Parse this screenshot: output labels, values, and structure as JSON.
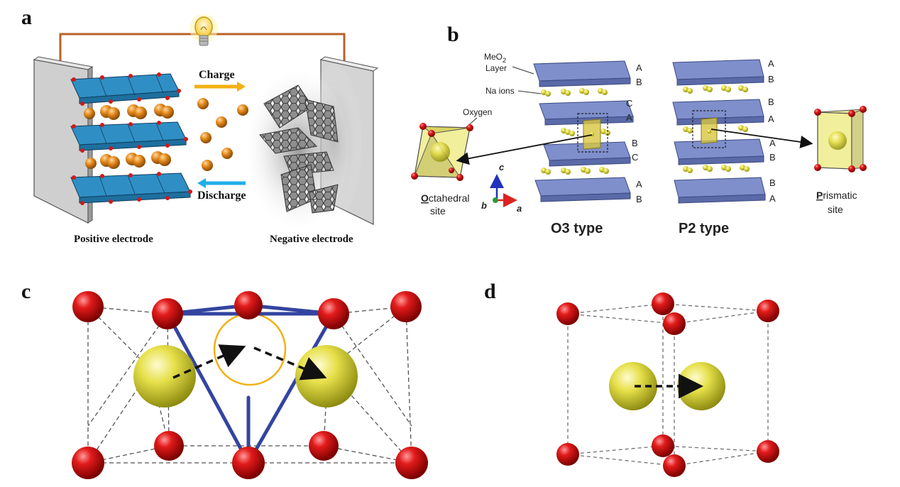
{
  "panel_a": {
    "letter": "a",
    "charge_label": "Charge",
    "discharge_label": "Discharge",
    "positive_label": "Positive electrode",
    "negative_label": "Negative electrode",
    "colors": {
      "wire": "#b8622a",
      "charge_arrow": "#f2b012",
      "discharge_arrow": "#21aee8",
      "ion": "#e08a1e",
      "octahedra": "#2f8fc4"
    }
  },
  "panel_b": {
    "letter": "b",
    "meo2_label": "MeO",
    "meo2_sub": "2",
    "layer_label": "Layer",
    "na_ions_label": "Na ions",
    "oxygen_label": "Oxygen",
    "octahedral_initial": "O",
    "octahedral_rest": "ctahedral",
    "octahedral_site": "site",
    "prismatic_initial": "P",
    "prismatic_rest": "rismatic",
    "prismatic_site": "site",
    "o3_title": "O3 type",
    "p2_title": "P2 type",
    "axis_c": "c",
    "axis_b": "b",
    "axis_a": "a",
    "o3_stacking": [
      "A",
      "B",
      "C",
      "A",
      "B",
      "C",
      "A",
      "B"
    ],
    "p2_stacking": [
      "A",
      "B",
      "B",
      "A",
      "A",
      "B",
      "B",
      "A"
    ]
  },
  "panel_c": {
    "letter": "c"
  },
  "panel_d": {
    "letter": "d"
  }
}
